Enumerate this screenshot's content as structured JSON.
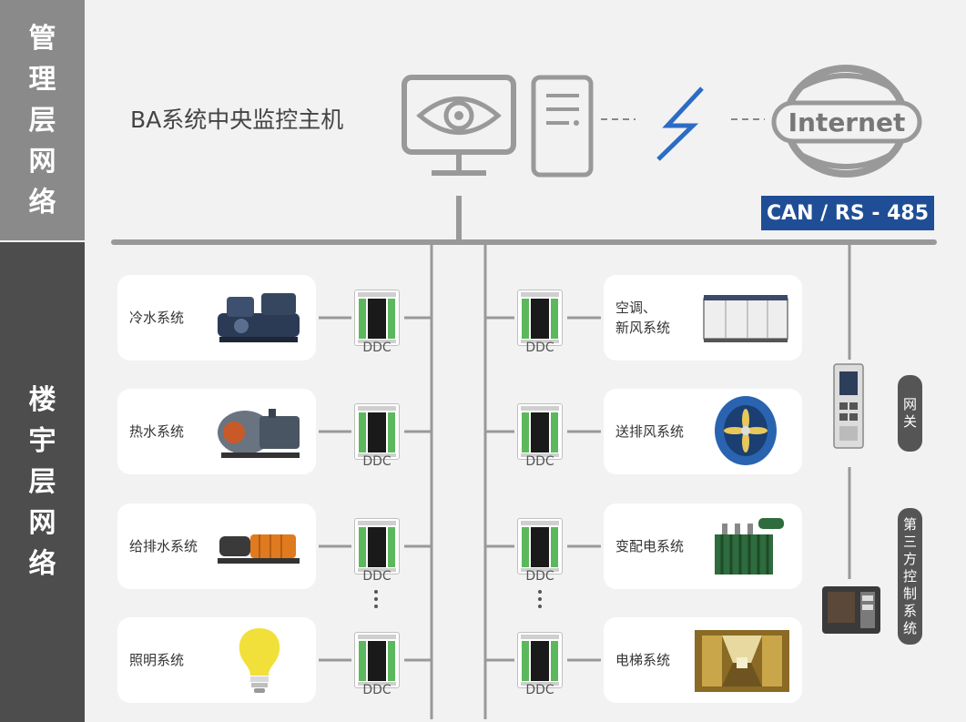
{
  "layers": {
    "management": "管理层网络",
    "building": "楼宇层网络"
  },
  "central_host": "BA系统中央监控主机",
  "internet": "Internet",
  "bus_label": "CAN / RS - 485",
  "ddc_label": "DDC",
  "systems_left": [
    "冷水系统",
    "热水系统",
    "给排水系统",
    "照明系统"
  ],
  "systems_right": [
    "空调、\n新风系统",
    "送排风系统",
    "变配电系统",
    "电梯系统"
  ],
  "gateway": "网关",
  "third_party": "第三方控制系统",
  "colors": {
    "bus": "#999999",
    "accent_blue": "#1f4e96",
    "dark_band": "#4d4d4d",
    "light_band": "#8a8a8a"
  },
  "icons": [
    "monitor-eye-icon",
    "server-icon",
    "lightning-icon",
    "internet-globe-icon"
  ]
}
